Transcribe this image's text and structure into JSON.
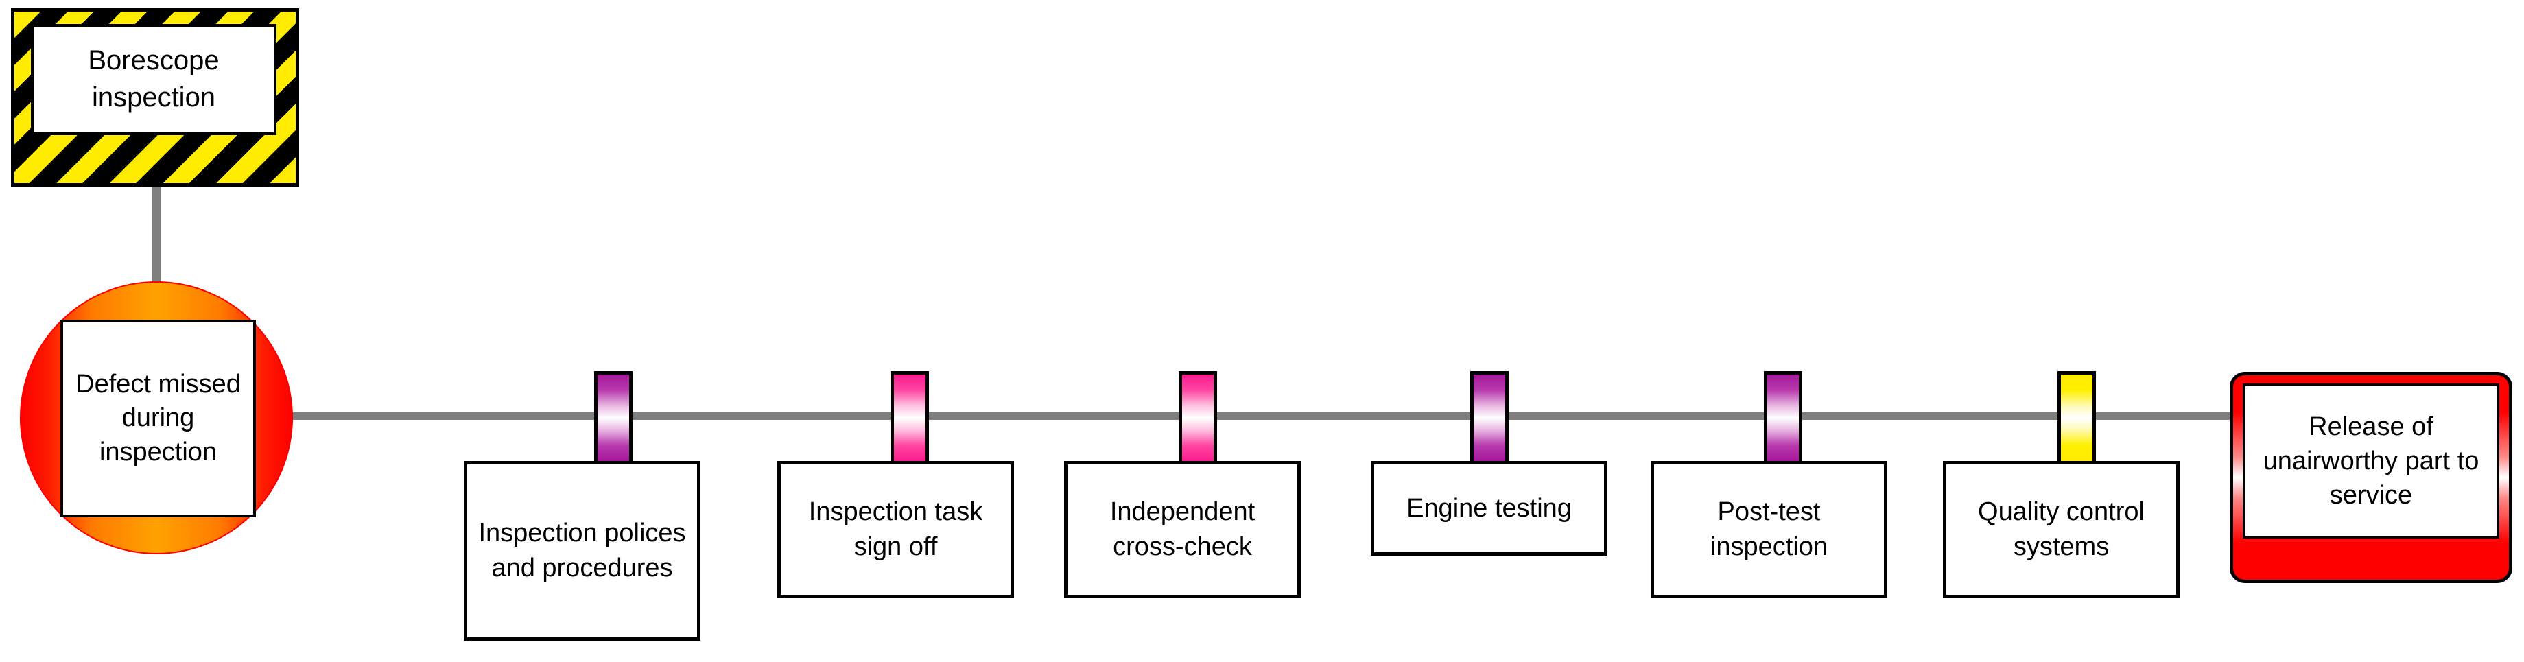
{
  "diagram": {
    "type": "bowtie-risk-diagram",
    "title": "",
    "threat": {
      "label": "Borescope inspection",
      "style": "hazard-striped",
      "stripe_colors": [
        "#ffec00",
        "#000000"
      ],
      "border_color": "#000000"
    },
    "top_event": {
      "label": "Defect missed during inspection",
      "shape": "circle",
      "fill_colors": [
        "#fe0000",
        "#ffa200"
      ],
      "label_box_fill": "#ffffff"
    },
    "consequence": {
      "label": "Release of unairworthy part to service",
      "shape": "rounded-rectangle",
      "fill_colors": [
        "#fe0000",
        "#ffffff"
      ],
      "border_color": "#000000"
    },
    "connector_color": "#7f7f7f",
    "barriers": [
      {
        "label": "Inspection polices and procedures",
        "bar_color_top": "#a6179a",
        "bar_color_mid": "#ffffff",
        "bar_color_bottom": "#a6179a"
      },
      {
        "label": "Inspection task sign off",
        "bar_color_top": "#fd1c8e",
        "bar_color_mid": "#ffffff",
        "bar_color_bottom": "#fd1c8e"
      },
      {
        "label": "Independent cross-check",
        "bar_color_top": "#fd1c8e",
        "bar_color_mid": "#ffffff",
        "bar_color_bottom": "#fd1c8e"
      },
      {
        "label": "Engine testing",
        "bar_color_top": "#a6179a",
        "bar_color_mid": "#ffffff",
        "bar_color_bottom": "#a6179a"
      },
      {
        "label": "Post-test inspection",
        "bar_color_top": "#a6179a",
        "bar_color_mid": "#ffffff",
        "bar_color_bottom": "#a6179a"
      },
      {
        "label": "Quality control systems",
        "bar_color_top": "#ffeb00",
        "bar_color_mid": "#ffffff",
        "bar_color_bottom": "#ffeb00"
      }
    ]
  }
}
